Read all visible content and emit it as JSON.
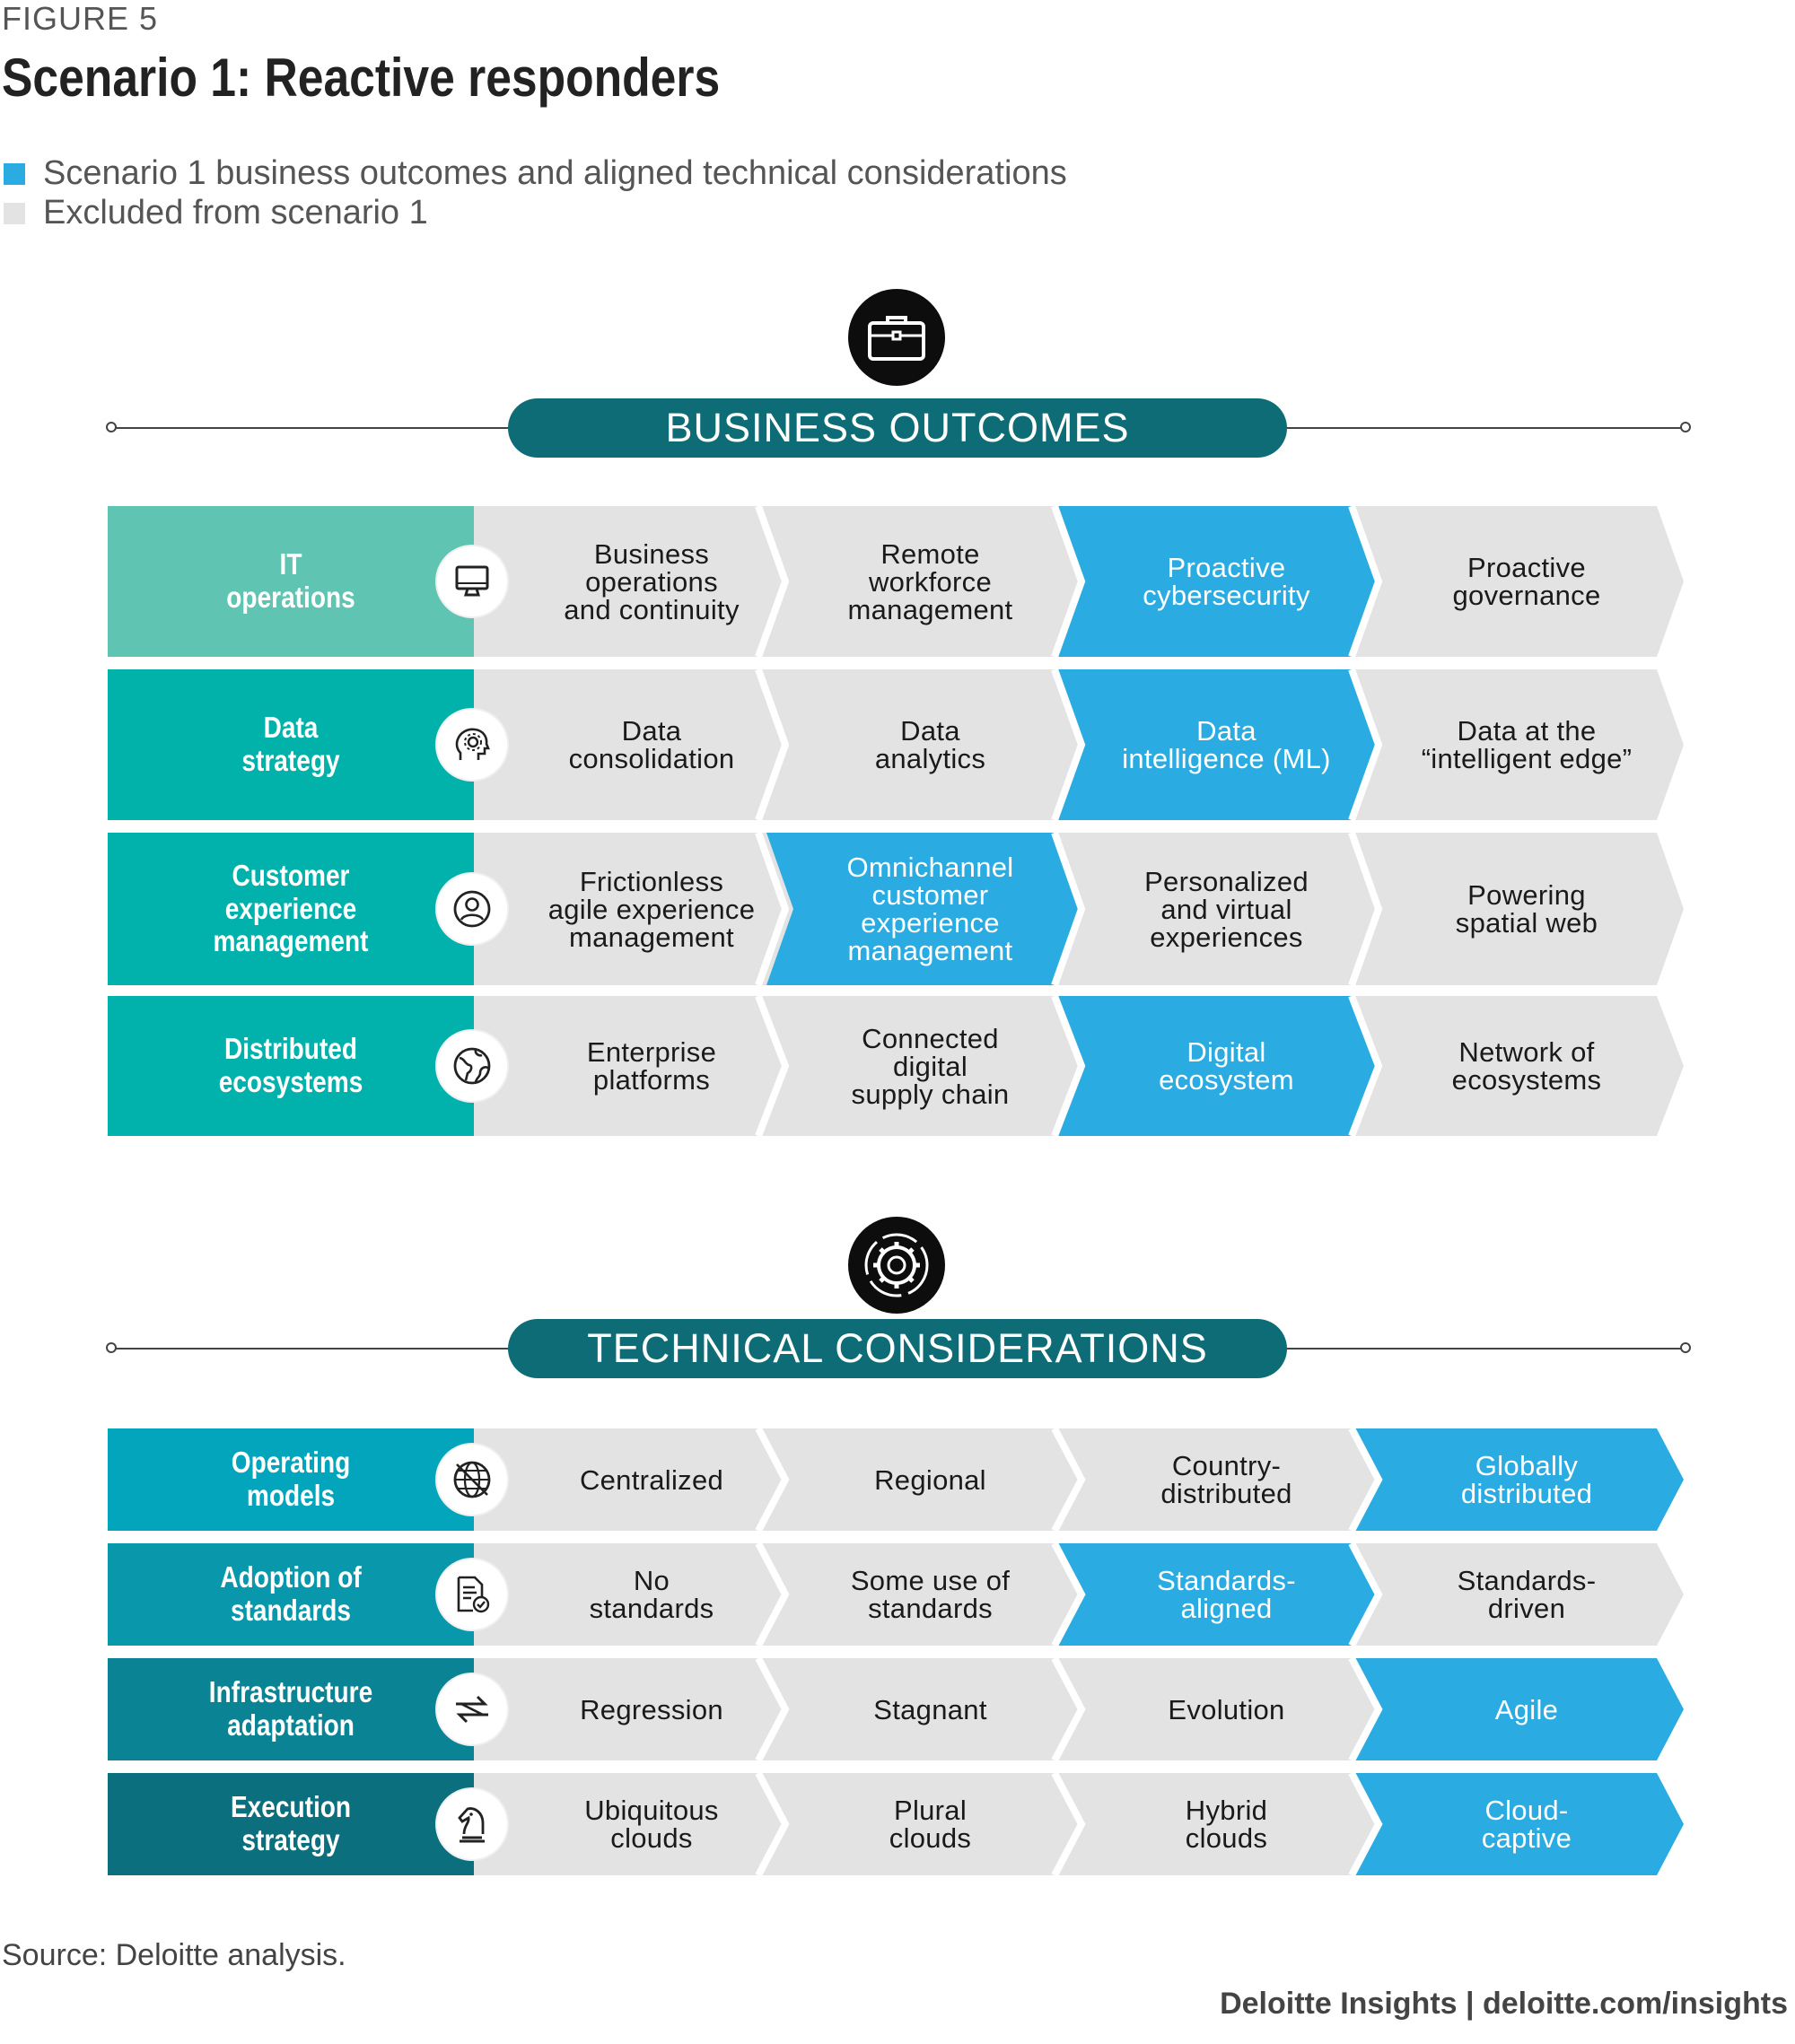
{
  "figure_label": "FIGURE 5",
  "title": "Scenario 1: Reactive responders",
  "legend": [
    {
      "label": "Scenario 1 business outcomes and aligned technical considerations",
      "color": "#2aace2"
    },
    {
      "label": "Excluded from scenario 1",
      "color": "#e3e3e3"
    }
  ],
  "colors": {
    "included": "#2aace2",
    "excluded": "#e3e3e3",
    "pill": "#0e6c76"
  },
  "business_outcomes": {
    "heading": "BUSINESS OUTCOMES",
    "icon": "briefcase-icon",
    "rows": [
      {
        "label": "IT\noperations",
        "icon": "monitor-icon",
        "color": "#5fc5b2",
        "cells": [
          {
            "text": "Business\noperations\nand continuity",
            "included": false
          },
          {
            "text": "Remote\nworkforce\nmanagement",
            "included": false
          },
          {
            "text": "Proactive\ncybersecurity",
            "included": true
          },
          {
            "text": "Proactive\ngovernance",
            "included": false
          }
        ]
      },
      {
        "label": "Data\nstrategy",
        "icon": "brain-gear-icon",
        "color": "#00b2aa",
        "cells": [
          {
            "text": "Data\nconsolidation",
            "included": false
          },
          {
            "text": "Data\nanalytics",
            "included": false
          },
          {
            "text": "Data\nintelligence (ML)",
            "included": true
          },
          {
            "text": "Data at the\n“intelligent edge”",
            "included": false
          }
        ]
      },
      {
        "label": "Customer\nexperience\nmanagement",
        "icon": "user-icon",
        "color": "#00b2ab",
        "cells": [
          {
            "text": "Frictionless\nagile experience\nmanagement",
            "included": false
          },
          {
            "text": "Omnichannel\ncustomer\nexperience\nmanagement",
            "included": true
          },
          {
            "text": "Personalized\nand virtual\nexperiences",
            "included": false
          },
          {
            "text": "Powering\nspatial web",
            "included": false
          }
        ]
      },
      {
        "label": "Distributed\necosystems",
        "icon": "globe-icon",
        "color": "#00b2ab",
        "cells": [
          {
            "text": "Enterprise\nplatforms",
            "included": false
          },
          {
            "text": "Connected\ndigital\nsupply chain",
            "included": false
          },
          {
            "text": "Digital\necosystem",
            "included": true
          },
          {
            "text": "Network of\necosystems",
            "included": false
          }
        ]
      }
    ]
  },
  "technical_considerations": {
    "heading": "TECHNICAL CONSIDERATIONS",
    "icon": "gear-icon",
    "rows": [
      {
        "label": "Operating\nmodels",
        "icon": "network-globe-icon",
        "color": "#03a5bc",
        "cells": [
          {
            "text": "Centralized",
            "included": false
          },
          {
            "text": "Regional",
            "included": false
          },
          {
            "text": "Country-\ndistributed",
            "included": false
          },
          {
            "text": "Globally\ndistributed",
            "included": true
          }
        ]
      },
      {
        "label": "Adoption of\nstandards",
        "icon": "document-check-icon",
        "color": "#0897ab",
        "cells": [
          {
            "text": "No\nstandards",
            "included": false
          },
          {
            "text": "Some use of\nstandards",
            "included": false
          },
          {
            "text": "Standards-\naligned",
            "included": true
          },
          {
            "text": "Standards-\ndriven",
            "included": false
          }
        ]
      },
      {
        "label": "Infrastructure\nadaptation",
        "icon": "transfer-arrows-icon",
        "color": "#0a8494",
        "cells": [
          {
            "text": "Regression",
            "included": false
          },
          {
            "text": "Stagnant",
            "included": false
          },
          {
            "text": "Evolution",
            "included": false
          },
          {
            "text": "Agile",
            "included": true
          }
        ]
      },
      {
        "label": "Execution\nstrategy",
        "icon": "chess-knight-icon",
        "color": "#0b6f7d",
        "cells": [
          {
            "text": "Ubiquitous\nclouds",
            "included": false
          },
          {
            "text": "Plural\nclouds",
            "included": false
          },
          {
            "text": "Hybrid\nclouds",
            "included": false
          },
          {
            "text": "Cloud-\ncaptive",
            "included": true
          }
        ]
      }
    ]
  },
  "source": "Source: Deloitte analysis.",
  "credit": "Deloitte Insights | deloitte.com/insights"
}
